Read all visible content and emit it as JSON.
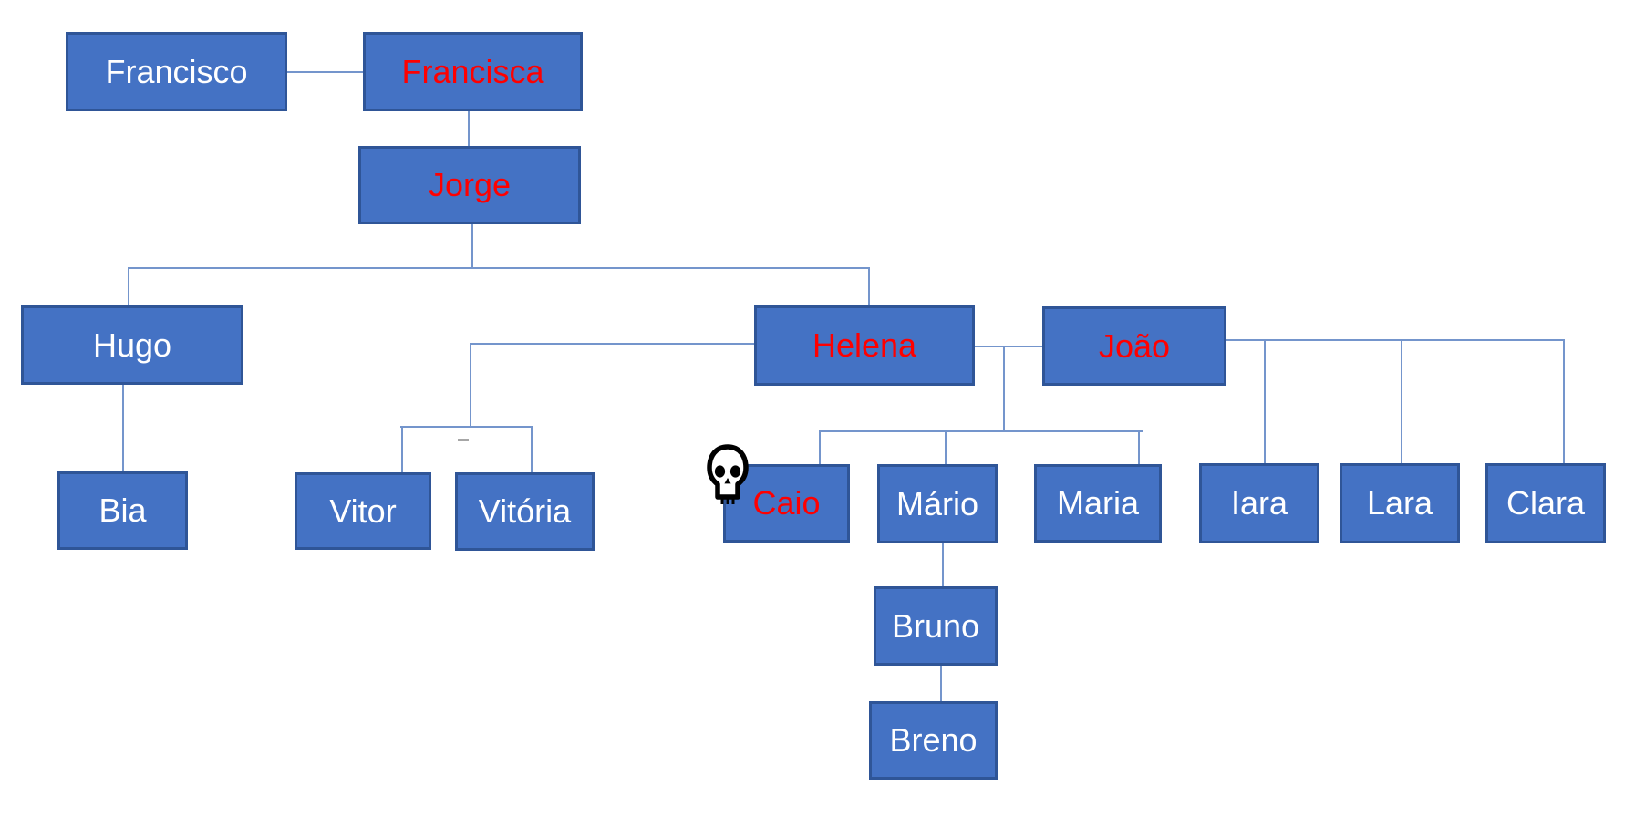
{
  "diagram": {
    "background": "#ffffff",
    "node_fill": "#4472c4",
    "node_border": "#2f5597",
    "connector_color": "#7495cc",
    "text_color_default": "#ffffff",
    "text_color_highlight": "#ff0000"
  },
  "nodes": {
    "francisco": {
      "label": "Francisco",
      "text_color": "#ffffff"
    },
    "francisca": {
      "label": "Francisca",
      "text_color": "#ff0000"
    },
    "jorge": {
      "label": "Jorge",
      "text_color": "#ff0000"
    },
    "hugo": {
      "label": "Hugo",
      "text_color": "#ffffff"
    },
    "helena": {
      "label": "Helena",
      "text_color": "#ff0000"
    },
    "joao": {
      "label": "João",
      "text_color": "#ff0000"
    },
    "bia": {
      "label": "Bia",
      "text_color": "#ffffff"
    },
    "vitor": {
      "label": "Vitor",
      "text_color": "#ffffff"
    },
    "vitoria": {
      "label": "Vitória",
      "text_color": "#ffffff"
    },
    "caio": {
      "label": "Caio",
      "text_color": "#ff0000"
    },
    "mario": {
      "label": "Mário",
      "text_color": "#ffffff"
    },
    "maria": {
      "label": "Maria",
      "text_color": "#ffffff"
    },
    "iara": {
      "label": "Iara",
      "text_color": "#ffffff"
    },
    "lara": {
      "label": "Lara",
      "text_color": "#ffffff"
    },
    "clara": {
      "label": "Clara",
      "text_color": "#ffffff"
    },
    "bruno": {
      "label": "Bruno",
      "text_color": "#ffffff"
    },
    "breno": {
      "label": "Breno",
      "text_color": "#ffffff"
    }
  },
  "icons": {
    "skull": {
      "glyph": "💀",
      "overlaps_node": "Caio"
    }
  },
  "edges": [
    {
      "type": "couple",
      "from": "francisco",
      "to": "francisca"
    },
    {
      "type": "parent",
      "from": "francisca",
      "to": "jorge"
    },
    {
      "type": "parent",
      "from": "jorge",
      "to": "hugo"
    },
    {
      "type": "parent",
      "from": "jorge",
      "to": "helena"
    },
    {
      "type": "parent",
      "from": "hugo",
      "to": "bia"
    },
    {
      "type": "parent",
      "from": "helena",
      "to": "vitor"
    },
    {
      "type": "parent",
      "from": "helena",
      "to": "vitoria"
    },
    {
      "type": "couple",
      "from": "helena",
      "to": "joao"
    },
    {
      "type": "parent",
      "from": "helena+joao",
      "to": "caio"
    },
    {
      "type": "parent",
      "from": "helena+joao",
      "to": "mario"
    },
    {
      "type": "parent",
      "from": "helena+joao",
      "to": "maria"
    },
    {
      "type": "parent",
      "from": "joao",
      "to": "iara"
    },
    {
      "type": "parent",
      "from": "joao",
      "to": "lara"
    },
    {
      "type": "parent",
      "from": "joao",
      "to": "clara"
    },
    {
      "type": "parent",
      "from": "mario",
      "to": "bruno"
    },
    {
      "type": "parent",
      "from": "bruno",
      "to": "breno"
    }
  ]
}
